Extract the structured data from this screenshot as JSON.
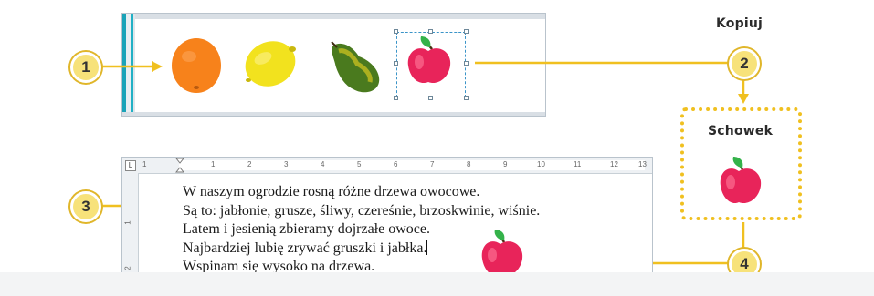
{
  "labels": {
    "copy": "Kopiuj",
    "clipboard": "Schowek"
  },
  "callouts": [
    "1",
    "2",
    "3",
    "4"
  ],
  "canvas": {
    "fruits": [
      "orange-icon",
      "lemon-icon",
      "pear-icon",
      "apple-icon"
    ],
    "selected": "apple-icon"
  },
  "ruler": {
    "numbers": [
      "1",
      "1",
      "2",
      "3",
      "4",
      "5",
      "6",
      "7",
      "8",
      "9",
      "10",
      "11",
      "12",
      "13"
    ],
    "vertical_numbers": [
      "1",
      "2"
    ]
  },
  "document": {
    "lines": [
      "W naszym ogrodzie rosną różne drzewa owocowe.",
      "Są to: jabłonie, grusze, śliwy, czereśnie, brzoskwinie, wiśnie.",
      "Latem i jesienią zbieramy dojrzałe owoce.",
      "Najbardziej lubię zrywać gruszki i jabłka.",
      "Wspinam się wysoko na drzewa."
    ]
  },
  "colors": {
    "callout_fill": "#f7e27a",
    "callout_ring": "#e0b62a",
    "connector": "#f0c020",
    "selection": "#3a94c8",
    "apple": "#e8245a",
    "orange": "#f7821b",
    "lemon": "#f2e21e",
    "pear": "#4a7a1e"
  }
}
